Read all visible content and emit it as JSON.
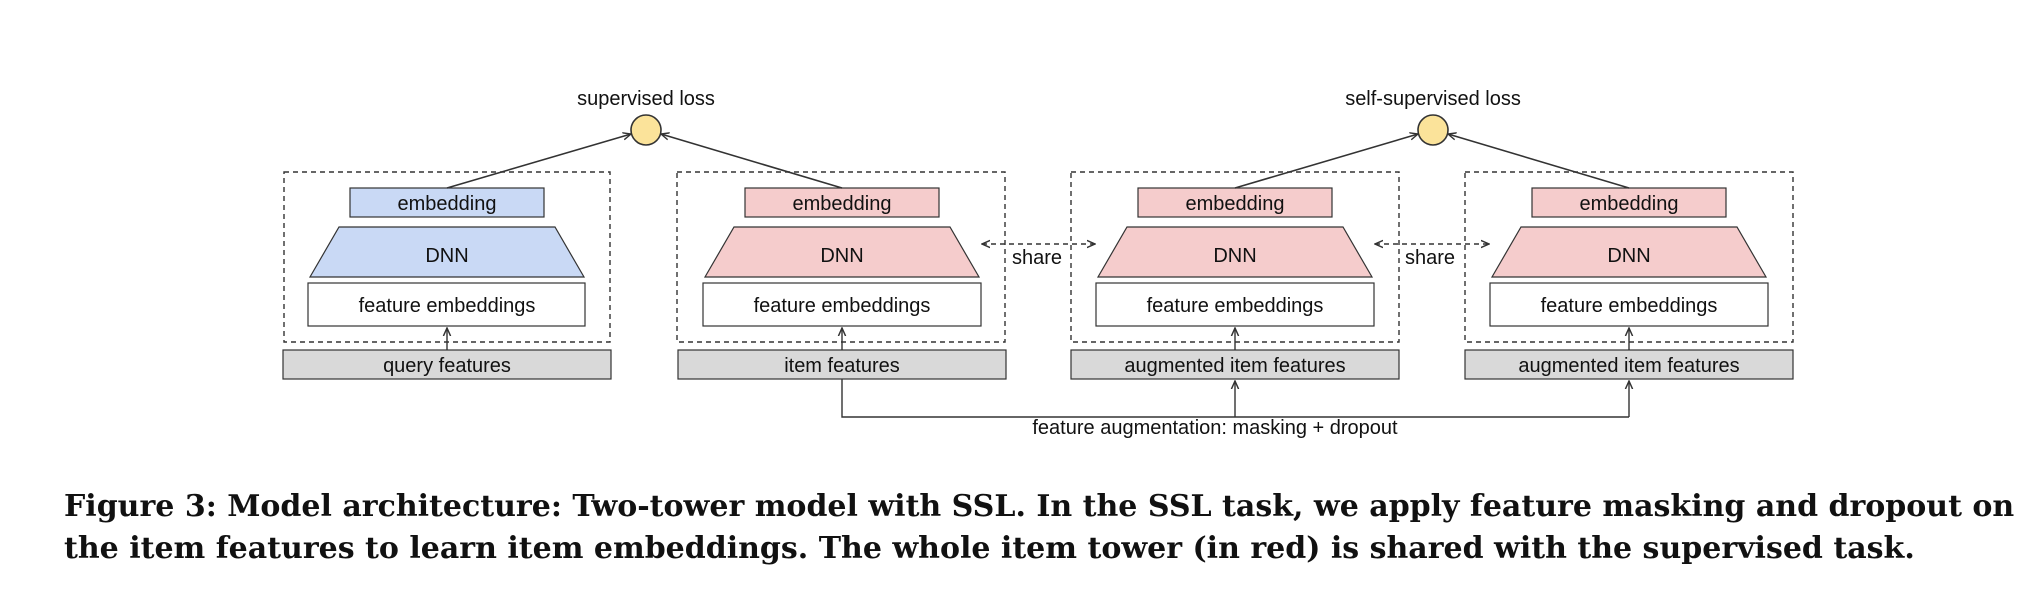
{
  "colors": {
    "query_fill": "#c9d9f5",
    "item_fill": "#f5cccc",
    "feature_fill": "#d9d9d9",
    "loss_fill": "#fbe39a",
    "stroke": "#333333"
  },
  "diagram": {
    "losses": {
      "supervised": "supervised loss",
      "self_supervised": "self-supervised loss"
    },
    "towers": [
      {
        "embedding": "embedding",
        "dnn": "DNN",
        "feature_embeddings": "feature embeddings",
        "input": "query features"
      },
      {
        "embedding": "embedding",
        "dnn": "DNN",
        "feature_embeddings": "feature embeddings",
        "input": "item features"
      },
      {
        "embedding": "embedding",
        "dnn": "DNN",
        "feature_embeddings": "feature embeddings",
        "input": "augmented item features"
      },
      {
        "embedding": "embedding",
        "dnn": "DNN",
        "feature_embeddings": "feature embeddings",
        "input": "augmented item features"
      }
    ],
    "share_labels": [
      "share",
      "share"
    ],
    "augmentation_label": "feature augmentation: masking + dropout"
  },
  "caption": "Figure 3: Model architecture: Two-tower model with SSL. In the SSL task, we apply feature masking and dropout on the item features to learn item embeddings. The whole item tower (in red) is shared with the supervised task."
}
